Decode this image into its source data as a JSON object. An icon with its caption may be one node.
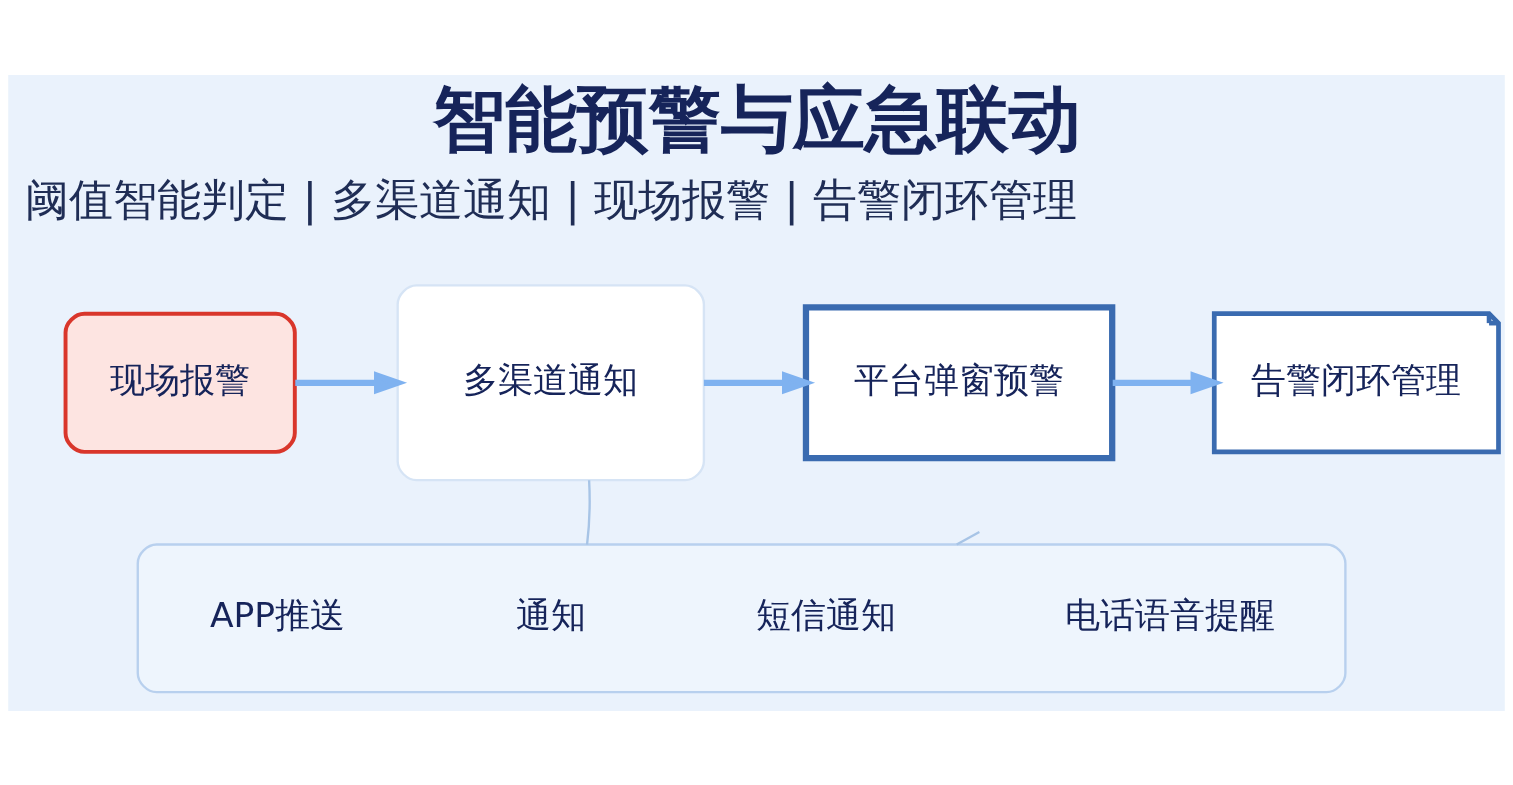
{
  "diagram": {
    "title": "智能预警与应急联动",
    "nodes": [
      {
        "text": [
          "现场报警"
        ]
      },
      {
        "text": [
          "多渠道通知"
        ]
      },
      {
        "text": [
          "平台弹窗预警"
        ]
      },
      {
        "text": [
          "告警闭环管理"
        ]
      },
      {
        "text": [],
        "shape": "box"
      },
      {
        "text": [
          "APP推送"
        ],
        "in": 4
      },
      {
        "text": [
          "通知"
        ],
        "in": 4
      },
      {
        "text": [
          "短信通知"
        ],
        "in": 4
      },
      {
        "text": [
          "电话语音提醒"
        ],
        "in": 4
      }
    ],
    "edges": [
      {
        "from": 0,
        "to": 1,
        "arrow": "to"
      },
      {
        "from": 1,
        "to": 2,
        "arrow": "to"
      },
      {
        "from": 2,
        "to": 3,
        "arrow": "to"
      },
      {
        "from": 1,
        "to": 4,
        "arrow": "none"
      },
      {
        "from": null,
        "to": 4,
        "arrow": "none"
      }
    ],
    "labels": [
      "阈值智能判定 | 多渠道通知 | 现场报警 | 告警闭环管理"
    ]
  }
}
